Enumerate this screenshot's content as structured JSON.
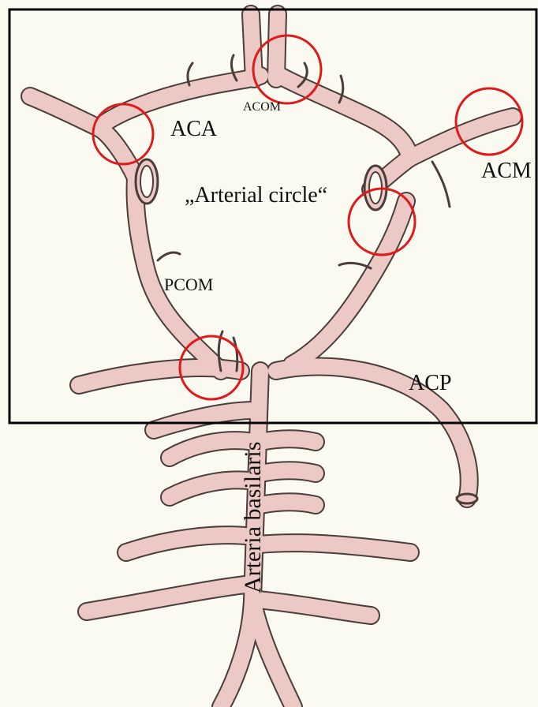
{
  "labels": {
    "aca": "ACA",
    "acom": "ACOM",
    "acm": "ACM",
    "circle": "„Arterial circle“",
    "pcom": "PCOM",
    "acp": "ACP",
    "basilaris": "Arteria basilaris"
  },
  "colors": {
    "background": "#fbfaf1",
    "vessel": "#ecc9c4",
    "vessel_outline": "#4a3d3a",
    "highlight_circle": "#e0191b",
    "frame": "#000000"
  }
}
